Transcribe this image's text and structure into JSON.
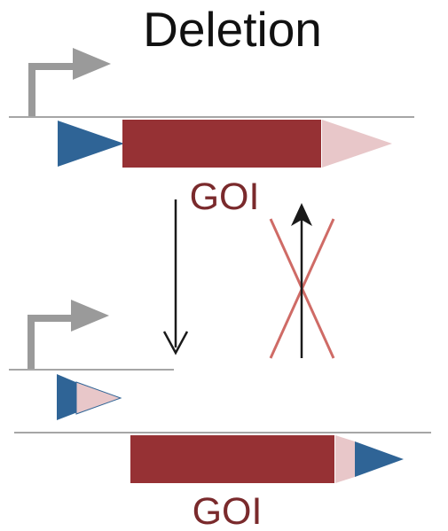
{
  "title": "Deletion",
  "gene_label_top": "GOI",
  "gene_label_bottom": "GOI",
  "colors": {
    "promoter": "#9a9a9a",
    "dna_line": "#a6a6a6",
    "lox_blue": "#2f6496",
    "lox_pink": "#e8c7c9",
    "gene": "#963134",
    "gene_text": "#7a2a2c",
    "arrow": "#1a1a1a",
    "cross": "#cf6b66"
  }
}
